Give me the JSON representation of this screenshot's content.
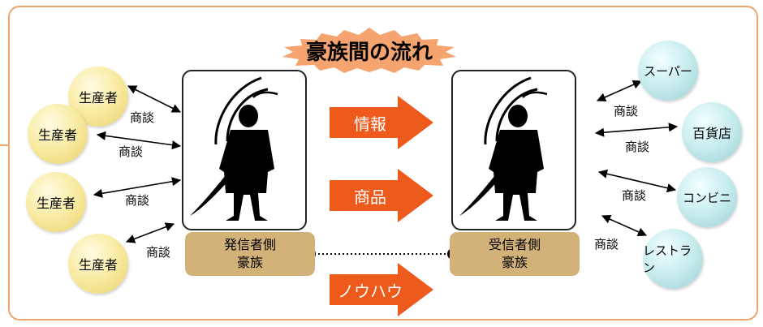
{
  "title": "豪族間の流れ",
  "producers": [
    "生産者",
    "生産者",
    "生産者",
    "生産者"
  ],
  "retailers": [
    "スーパー",
    "百貨店",
    "コンビニ",
    "レストラン"
  ],
  "negotiation": "商談",
  "sender": {
    "line1": "発信者側",
    "line2": "豪族"
  },
  "receiver": {
    "line1": "受信者側",
    "line2": "豪族"
  },
  "flows": [
    "情報",
    "商品",
    "ノウハウ"
  ],
  "colors": {
    "frame": "#f0a56d",
    "arrow": "#ee5a1c",
    "title_burst": "#f5a46f",
    "label_box": "#d3b27a",
    "producer_circle": "#f3e28a",
    "retailer_circle": "#bfe6e8"
  },
  "icons": {
    "warrior": "warrior-silhouette-icon"
  }
}
